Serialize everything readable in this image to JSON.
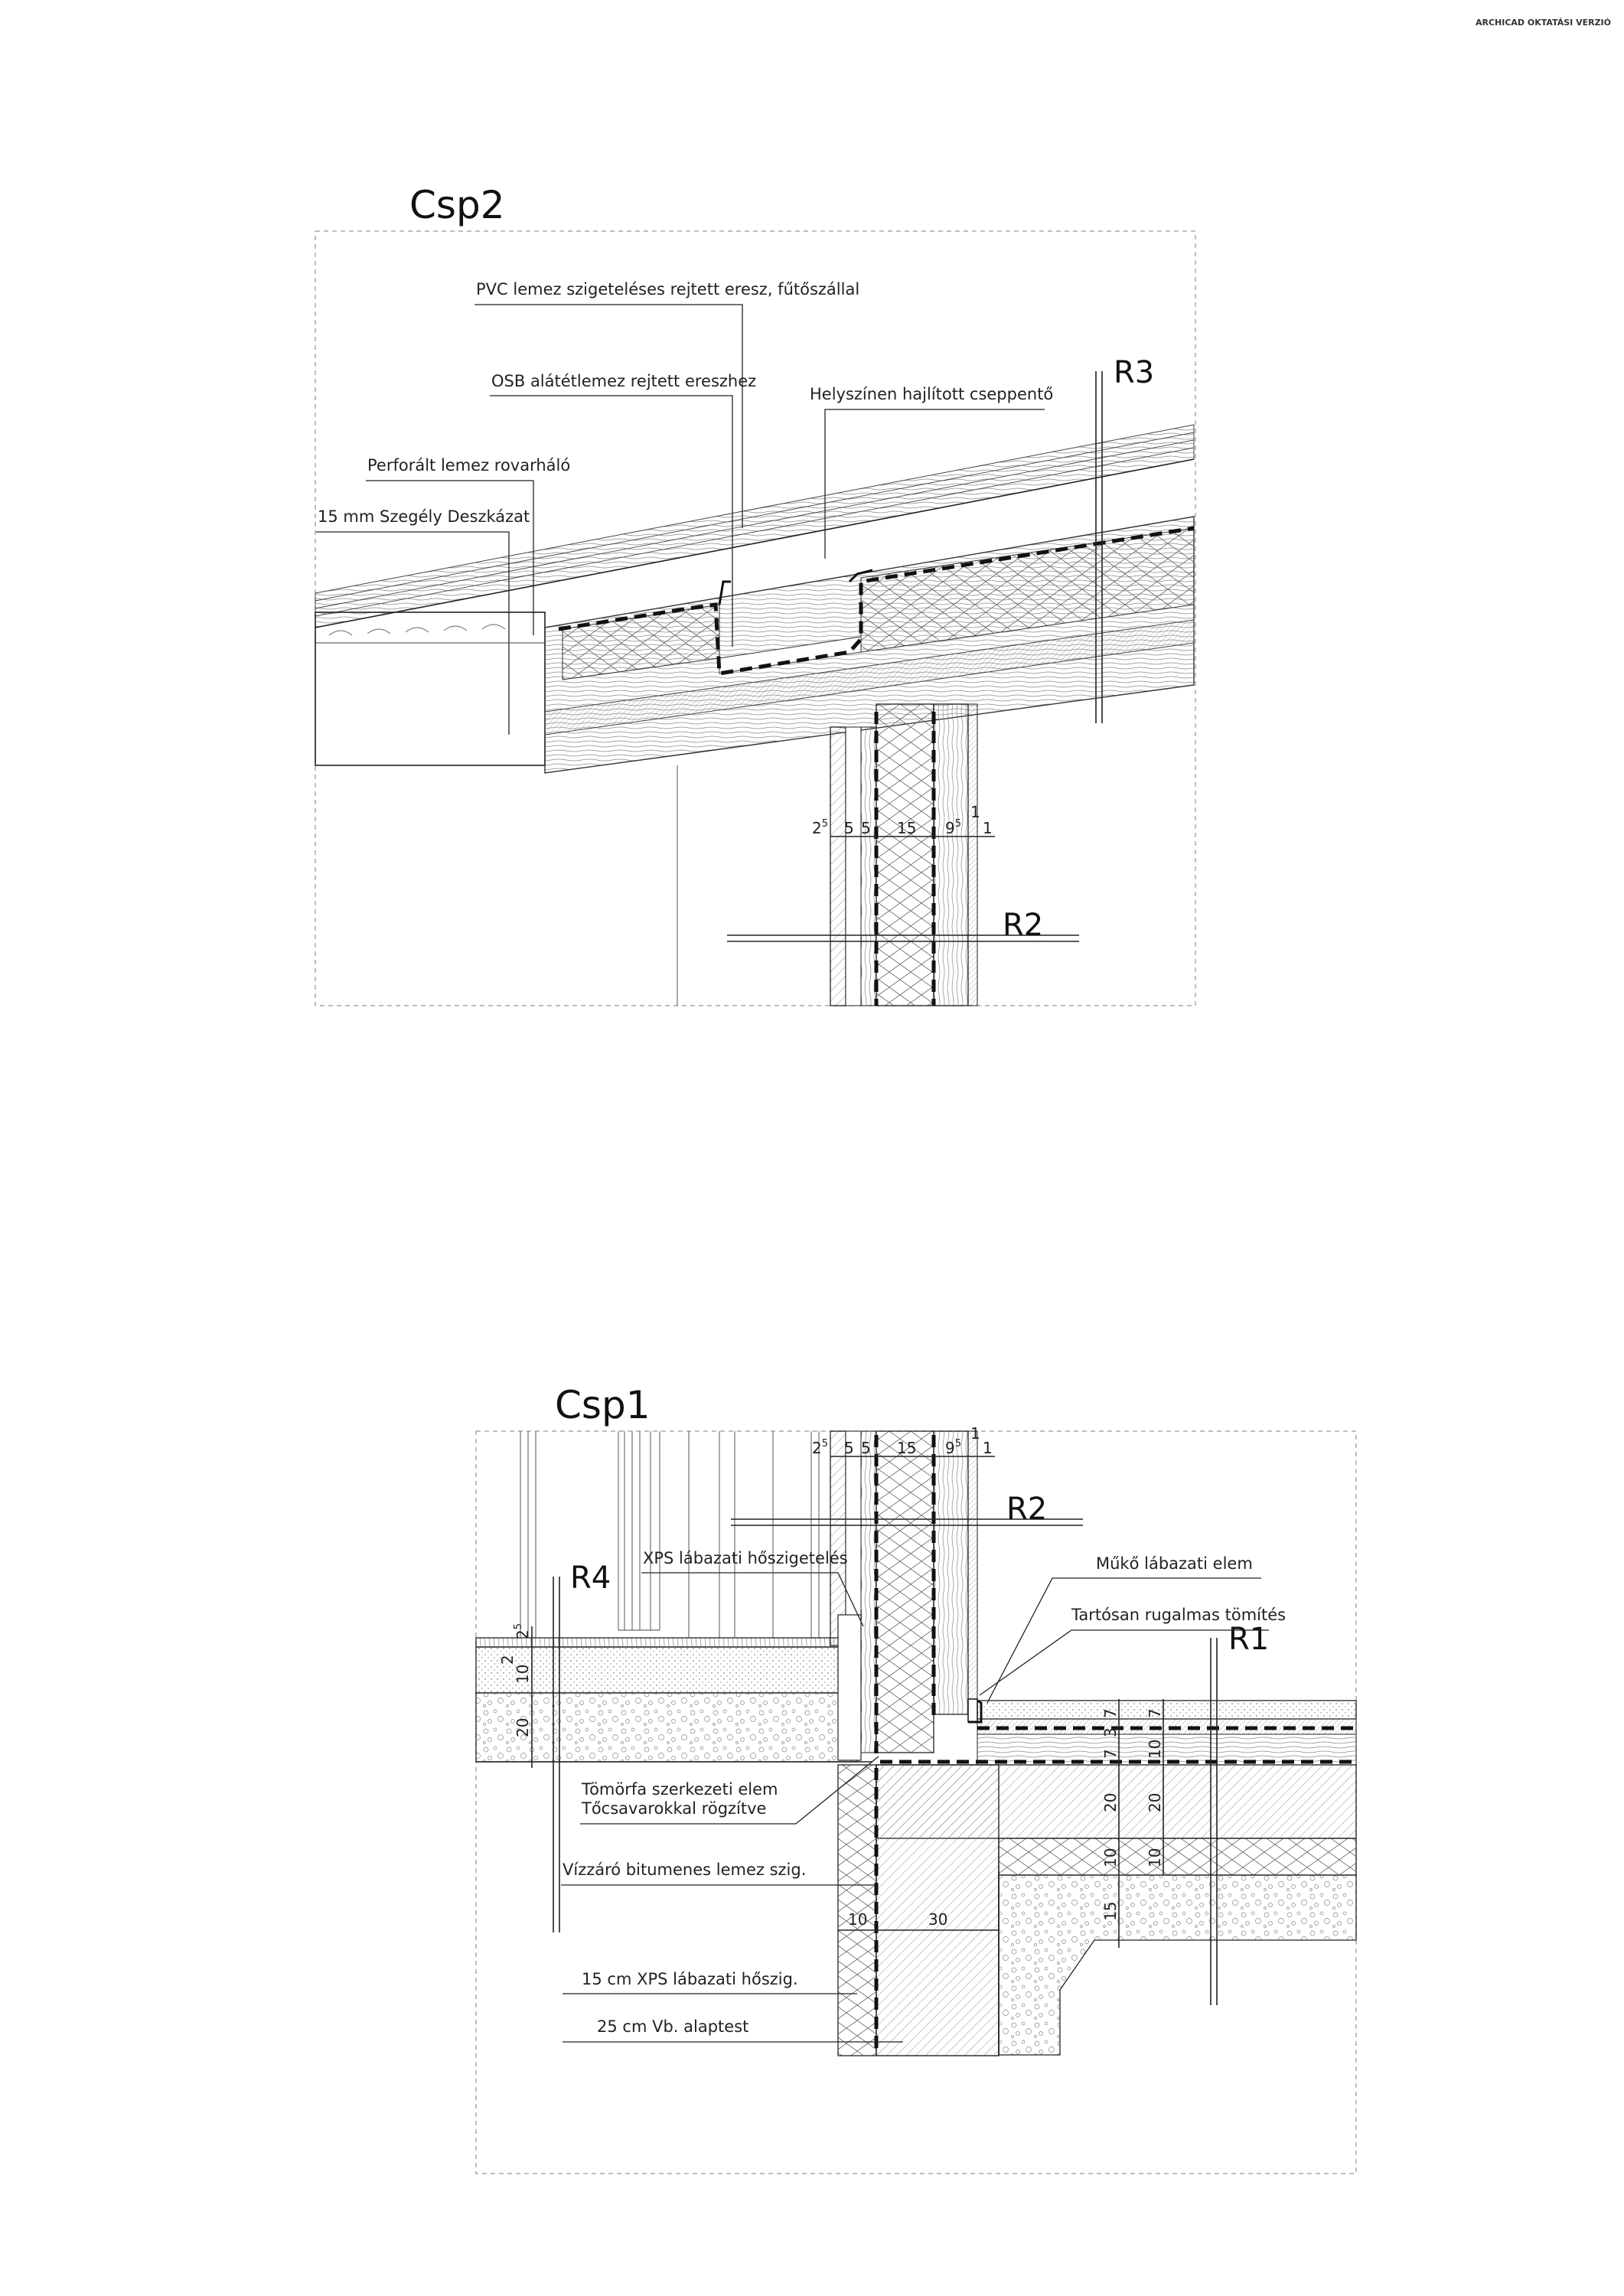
{
  "watermark": "ARCHICAD OKTATÁSI VERZIÓ",
  "detail_top": {
    "title": "Csp2",
    "labels": {
      "pvc": "PVC lemez szigeteléses rejtett eresz, fűtőszállal",
      "osb": "OSB alátétlemez rejtett ereszhez",
      "drip": "Helyszínen hajlított cseppentő",
      "perforated": "Perforált lemez rovarháló",
      "edge_board": "15 mm Szegély Deszkázat"
    },
    "grid": {
      "r3": "R3",
      "r2": "R2"
    },
    "dims": {
      "d1": "2",
      "d1s": "5",
      "d2": "5",
      "d3": "5",
      "d4": "15",
      "d5": "9",
      "d5s": "5",
      "d6": "1",
      "d7": "1"
    }
  },
  "detail_bottom": {
    "title": "Csp1",
    "labels": {
      "xps_plinth": "XPS lábazati hőszigetelés",
      "stone_plinth": "Műkő lábazati elem",
      "sealant": "Tartósan rugalmas tömítés",
      "timber_element_1": "Tömörfa szerkezeti elem",
      "timber_element_2": "Tőcsavarokkal rögzítve",
      "bitumen": "Vízzáró bitumenes lemez szig.",
      "xps_15": "15 cm XPS lábazati hőszig.",
      "footing": "25 cm Vb. alaptest"
    },
    "grid": {
      "r1": "R1",
      "r2": "R2",
      "r4": "R4"
    },
    "dims_top": {
      "d1": "2",
      "d1s": "5",
      "d2": "5",
      "d3": "5",
      "d4": "15",
      "d5": "9",
      "d5s": "5",
      "d6": "1",
      "d7": "1"
    },
    "dims_left": {
      "a": "2",
      "as": "5",
      "b": "2",
      "c": "10",
      "d": "20"
    },
    "dims_right": {
      "a": "7",
      "b": "7",
      "c": "3",
      "d": "7",
      "e": "10",
      "f": "20",
      "g": "20",
      "h": "10",
      "i": "10",
      "j": "15"
    },
    "dims_bottom": {
      "a": "10",
      "b": "30"
    }
  }
}
